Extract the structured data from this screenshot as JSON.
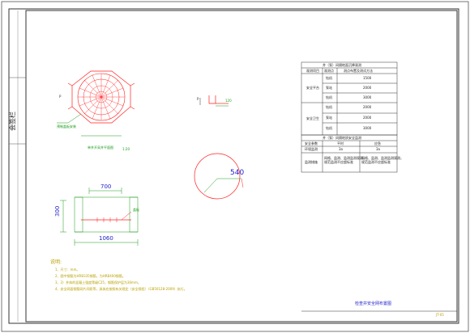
{
  "side_label": "会签栏",
  "plan": {
    "title": "单井开采井平面图",
    "scale": "1:20",
    "callout": "预制盖板安装",
    "side_letter": "P"
  },
  "detail_top": {
    "letter": "P",
    "dim": "120"
  },
  "elevation": {
    "top_dim": "700",
    "height_dim": "300",
    "bottom_dim": "1060",
    "label": "盖板"
  },
  "circle_detail": {
    "dim": "540"
  },
  "table1": {
    "title": "井（泵）间隔地面沉降观测",
    "headers": [
      "观测项目",
      "观测点",
      "测点布置及测试方法"
    ],
    "groups": [
      {
        "name": "安全平台",
        "rows": [
          [
            "钻机",
            "1500"
          ],
          [
            "泵站",
            "2000"
          ],
          [
            "钻机",
            "3000"
          ]
        ]
      },
      {
        "name": "安全卫生",
        "rows": [
          [
            "钻机",
            "2000"
          ],
          [
            "泵站",
            "2000"
          ],
          [
            "钻机",
            "3000"
          ]
        ]
      }
    ]
  },
  "table2": {
    "title": "井（泵）间隔地质安全监测",
    "rows": [
      [
        "安全参数",
        "平时",
        "应急"
      ],
      [
        "环境监测",
        "3a",
        "3a"
      ],
      [
        "监测措施",
        "网格、监测、监测监测观测，\n规范监测不应超标准",
        "网格、监测、监测监测观测，\n规范监测不应超标准"
      ]
    ]
  },
  "notes": {
    "heading": "说明:",
    "items": [
      "1、尺寸：mm。",
      "2、图中钢筋为HRB335钢筋，为HRB400钢筋。",
      "3、3）井体的混凝土强度等级C25，钢筋保护层为30mm。",
      "4、安全网面钢筋网片间距等，具体应按照有关规定（安全规程）（GB50128-2009）执行。"
    ]
  },
  "drawing_title": "检查井安全网布置图",
  "drawing_number": "JT-05",
  "colors": {
    "red": "#ff2020",
    "green": "#1a9a1a",
    "blue": "#2222cc",
    "yellow": "#b8a000",
    "line": "#333333"
  }
}
